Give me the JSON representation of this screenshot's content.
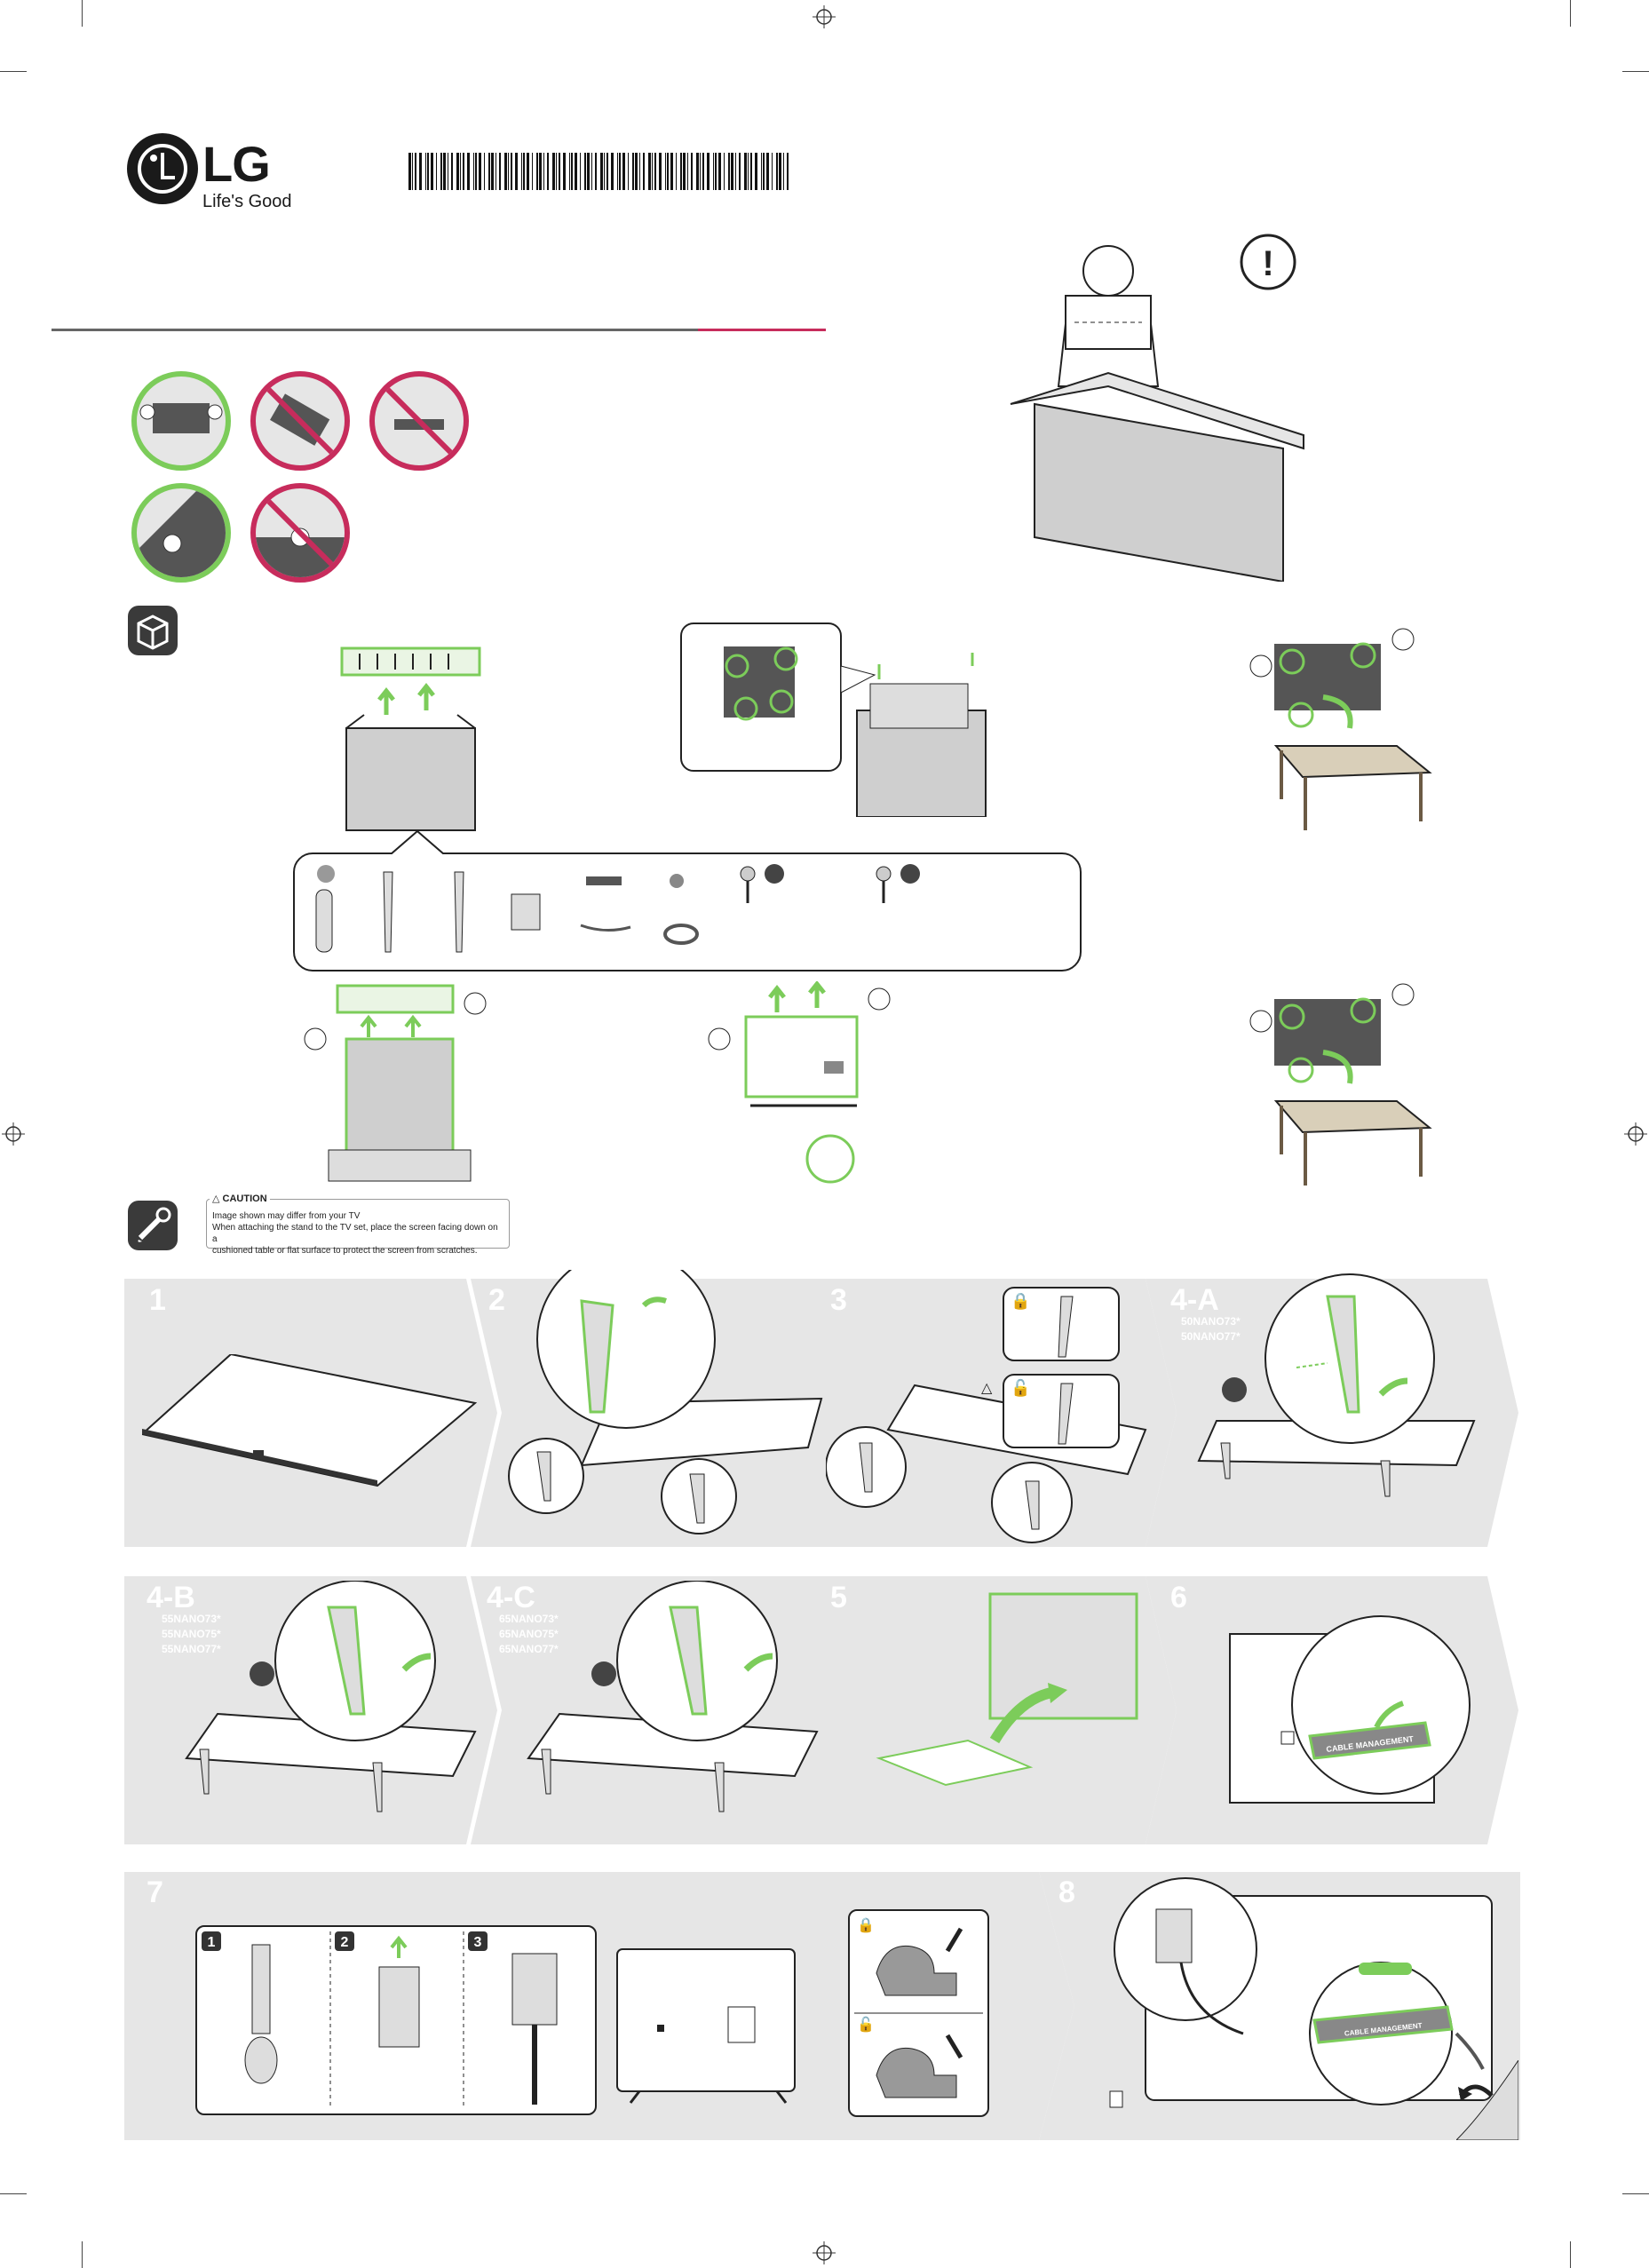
{
  "brand": {
    "name": "LG",
    "tagline": "Life's Good",
    "logo_mark": "LG",
    "colors": {
      "accent_green": "#7ccc5a",
      "accent_red": "#c72c5c",
      "band_gray": "#e6e6e6"
    }
  },
  "caution": {
    "title": "CAUTION",
    "line1": "Image shown may differ from your TV",
    "line2": "When attaching the stand to the TV set, place the screen facing down on a",
    "line3": "cushioned table or flat surface to protect the screen from scratches."
  },
  "steps": [
    {
      "label": "1"
    },
    {
      "label": "2"
    },
    {
      "label": "3"
    },
    {
      "label": "4-A",
      "models": [
        "50NANO73*",
        "50NANO77*"
      ]
    },
    {
      "label": "4-B",
      "models": [
        "55NANO73*",
        "55NANO75*",
        "55NANO77*"
      ]
    },
    {
      "label": "4-C",
      "models": [
        "65NANO73*",
        "65NANO75*",
        "65NANO77*"
      ]
    },
    {
      "label": "5"
    },
    {
      "label": "6",
      "callout": "CABLE MANAGEMENT"
    },
    {
      "label": "7",
      "substeps": [
        "1",
        "2",
        "3"
      ]
    },
    {
      "label": "8",
      "callout": "CABLE MANAGEMENT"
    }
  ],
  "icons": [
    "lg-logo-icon",
    "barcode-icon",
    "box-icon",
    "tool-icon",
    "warning-icon",
    "lock-icon",
    "unlock-icon"
  ]
}
